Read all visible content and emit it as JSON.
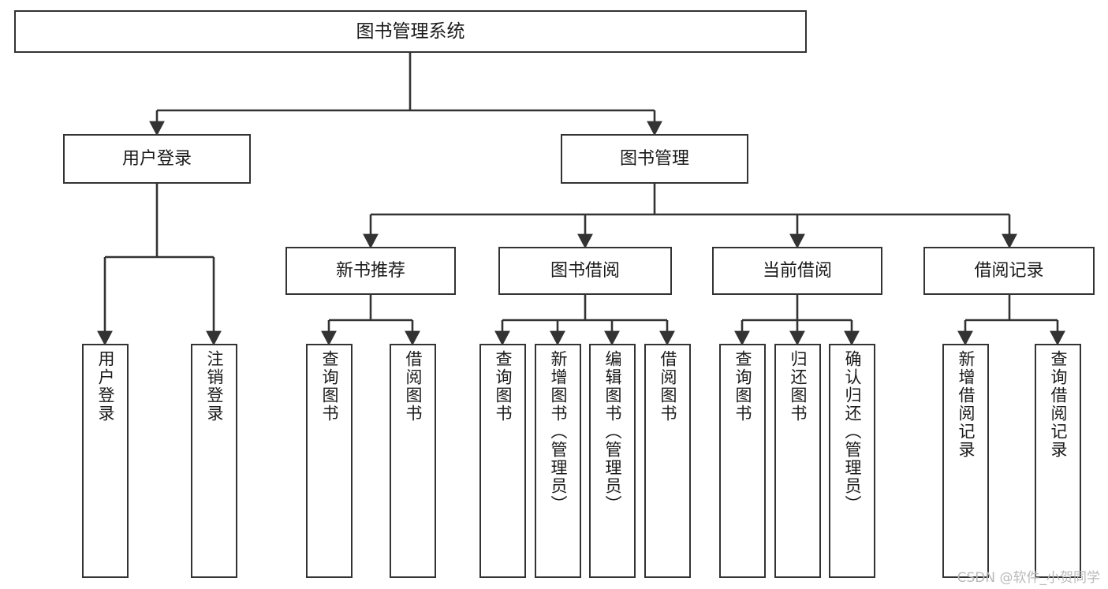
{
  "diagram": {
    "title": "图书管理系统",
    "type": "tree-structure-chart",
    "colors": {
      "box_border": "#333333",
      "box_fill": "#ffffff",
      "edge": "#333333",
      "text": "#1a1a1a",
      "watermark": "#b9b9b9"
    },
    "watermark": "CSDN @软件_小贺同学",
    "nodes": {
      "root": {
        "label": "图书管理系统"
      },
      "level2": [
        {
          "label": "用户登录"
        },
        {
          "label": "图书管理"
        }
      ],
      "level3": [
        {
          "label": "新书推荐"
        },
        {
          "label": "图书借阅"
        },
        {
          "label": "当前借阅"
        },
        {
          "label": "借阅记录"
        }
      ],
      "leaves": {
        "user_login": [
          {
            "label": "用户登录"
          },
          {
            "label": "注销登录"
          }
        ],
        "new_book": [
          {
            "label": "查询图书"
          },
          {
            "label": "借阅图书"
          }
        ],
        "borrow_book": [
          {
            "label": "查询图书"
          },
          {
            "label": "新增图书（管理员）"
          },
          {
            "label": "编辑图书（管理员）"
          },
          {
            "label": "借阅图书"
          }
        ],
        "current_borrow": [
          {
            "label": "查询图书"
          },
          {
            "label": "归还图书"
          },
          {
            "label": "确认归还（管理员）"
          }
        ],
        "borrow_record": [
          {
            "label": "新增借阅记录"
          },
          {
            "label": "查询借阅记录"
          }
        ]
      }
    }
  }
}
